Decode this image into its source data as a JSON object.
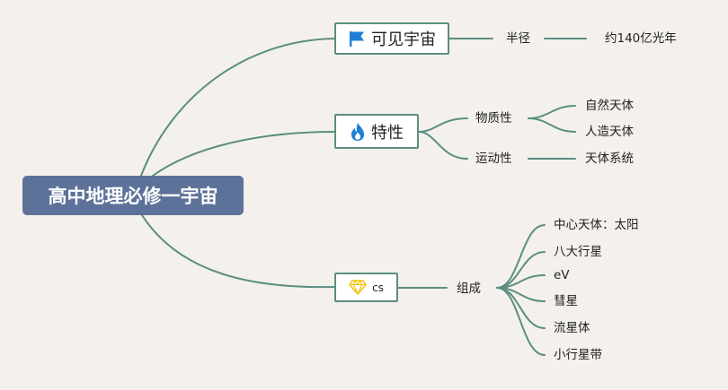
{
  "root": {
    "title": "高中地理必修一宇宙"
  },
  "branches": {
    "visible_universe": {
      "label": "可见宇宙",
      "icon": "flag-icon",
      "child": "半径",
      "grandchild": "约140亿光年"
    },
    "properties": {
      "label": "特性",
      "icon": "fire-icon",
      "materiality": {
        "label": "物质性",
        "children": [
          "自然天体",
          "人造天体"
        ]
      },
      "motion": {
        "label": "运动性",
        "child": "天体系统"
      }
    },
    "cs": {
      "label": "cs",
      "icon": "diamond-icon",
      "composition": {
        "label": "组成",
        "children": [
          "中心天体：太阳",
          "八大行星",
          "eV",
          "彗星",
          "流星体",
          "小行星带"
        ]
      }
    }
  },
  "colors": {
    "background": "#f4f1ec",
    "root_fill": "#5d7299",
    "connector": "#5b8e80",
    "flag_icon": "#1e7fd6",
    "fire_icon": "#1e7fd6",
    "diamond_icon": "#f2c200"
  }
}
